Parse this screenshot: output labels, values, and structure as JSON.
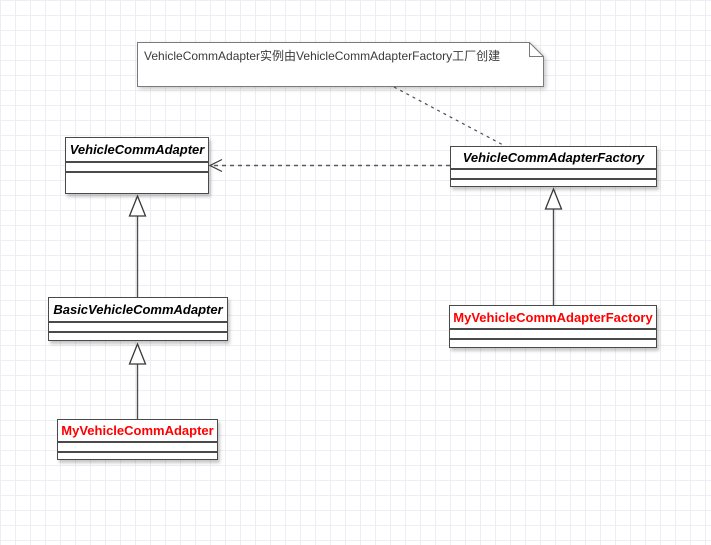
{
  "diagram": {
    "type": "uml-class-diagram",
    "note": {
      "text": "VehicleCommAdapter实例由VehicleCommAdapterFactory工厂创建"
    },
    "classes": [
      {
        "name": "VehicleCommAdapter",
        "stereotype": "abstract",
        "text_color": "#000000"
      },
      {
        "name": "VehicleCommAdapterFactory",
        "stereotype": "abstract",
        "text_color": "#000000"
      },
      {
        "name": "BasicVehicleCommAdapter",
        "stereotype": "abstract",
        "text_color": "#000000"
      },
      {
        "name": "MyVehicleCommAdapter",
        "stereotype": "concrete",
        "text_color": "#ff0000"
      },
      {
        "name": "MyVehicleCommAdapterFactory",
        "stereotype": "concrete",
        "text_color": "#ff0000"
      }
    ],
    "relationships": [
      {
        "type": "generalization",
        "from": "BasicVehicleCommAdapter",
        "to": "VehicleCommAdapter",
        "style": "solid-hollow-triangle"
      },
      {
        "type": "generalization",
        "from": "MyVehicleCommAdapter",
        "to": "BasicVehicleCommAdapter",
        "style": "solid-hollow-triangle"
      },
      {
        "type": "generalization",
        "from": "MyVehicleCommAdapterFactory",
        "to": "VehicleCommAdapterFactory",
        "style": "solid-hollow-triangle"
      },
      {
        "type": "dependency",
        "from": "VehicleCommAdapterFactory",
        "to": "VehicleCommAdapter",
        "style": "dashed-open-arrow"
      },
      {
        "type": "note-attachment",
        "from": "note",
        "to": "VehicleCommAdapterFactory",
        "style": "dashed"
      }
    ],
    "colors": {
      "line": "#4d4d4d",
      "class_border": "#4a4a4a",
      "highlight_text": "#ff0000",
      "note_text": "#3b3b3b",
      "grid_line": "#ededf3",
      "background": "#ffffff"
    }
  }
}
